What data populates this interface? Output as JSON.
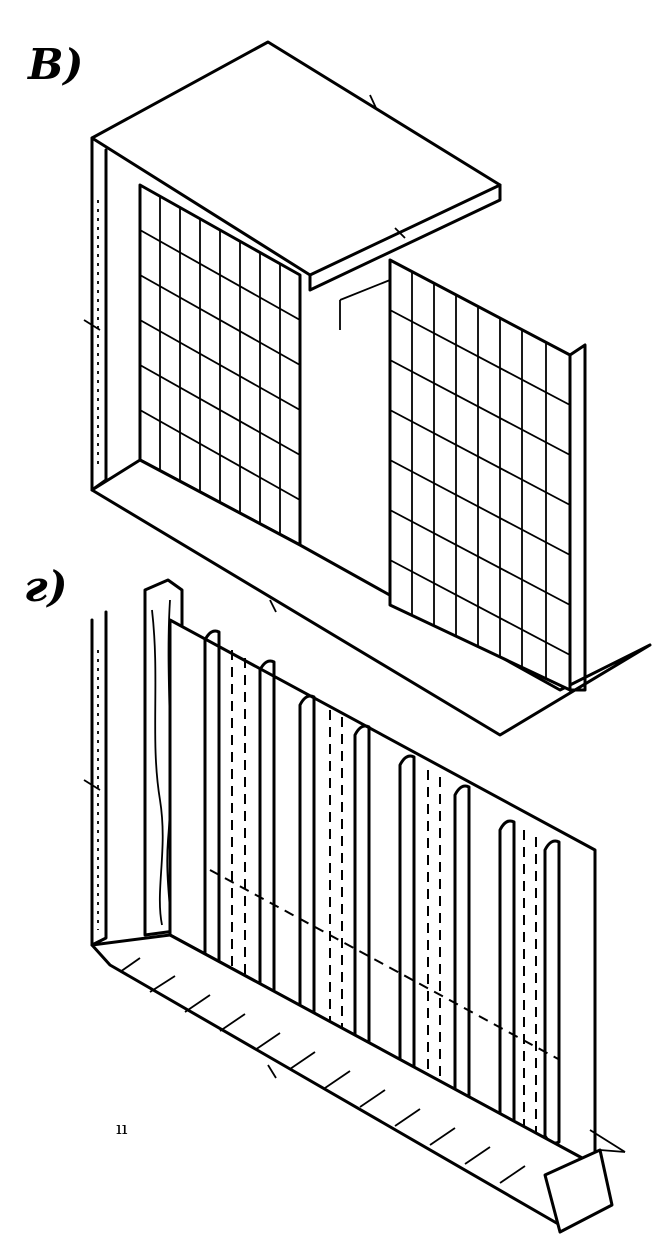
{
  "figure": {
    "part_v_label": "В)",
    "part_g_label": "г)",
    "small_mark": "ıı"
  },
  "icons": {
    "top_drawing": "box-with-panel-walls-illustration",
    "bottom_drawing": "corrugated-panel-wall-illustration"
  },
  "colors": {
    "ink": "#000000",
    "paper": "#ffffff"
  }
}
